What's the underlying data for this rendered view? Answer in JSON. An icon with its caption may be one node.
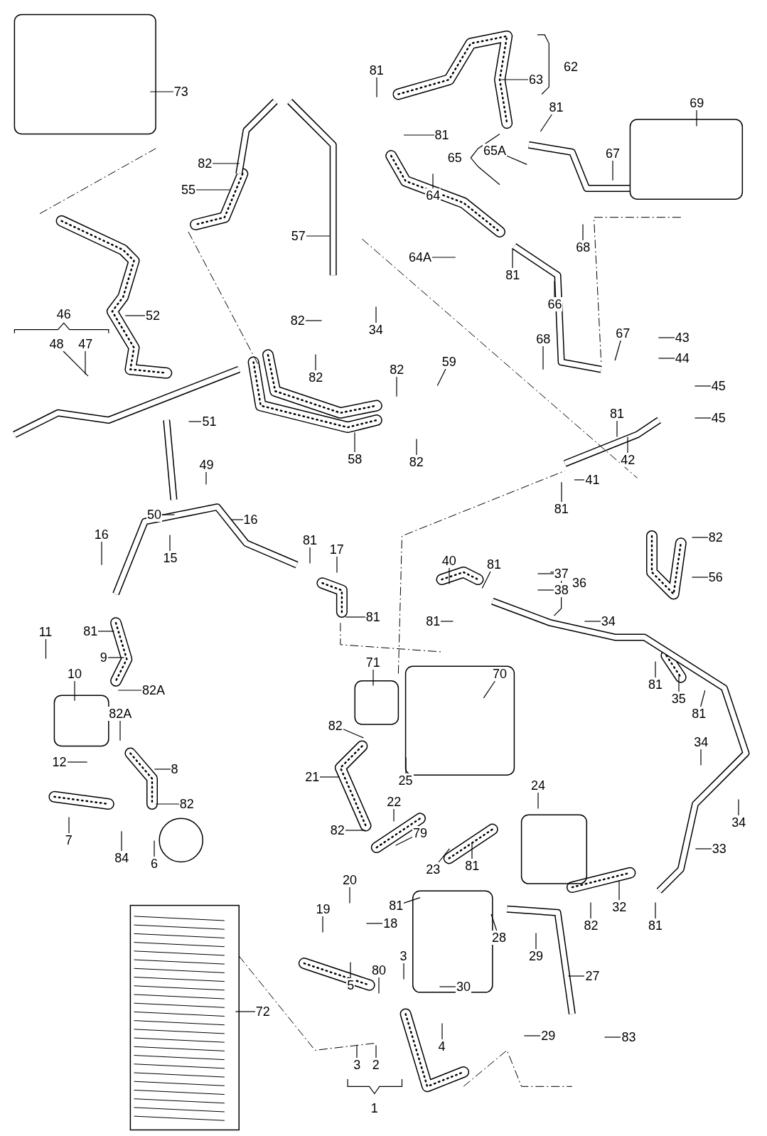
{
  "diagram": {
    "nodes": [
      {
        "text": [
          "73"
        ]
      },
      {
        "text": [
          "81"
        ]
      },
      {
        "text": [
          "63"
        ]
      },
      {
        "text": [
          "81"
        ]
      },
      {
        "text": [
          "69"
        ]
      },
      {
        "text": [
          "81"
        ]
      },
      {
        "text": [
          "65A"
        ]
      },
      {
        "text": [
          "67"
        ]
      },
      {
        "text": [
          "82"
        ]
      },
      {
        "text": [
          "55"
        ]
      },
      {
        "text": [
          "64"
        ]
      },
      {
        "text": [
          "68"
        ]
      },
      {
        "text": [
          "57"
        ]
      },
      {
        "text": [
          "64A"
        ]
      },
      {
        "text": [
          "81"
        ]
      },
      {
        "text": [
          "66"
        ]
      },
      {
        "text": [
          "82"
        ]
      },
      {
        "text": [
          "34"
        ]
      },
      {
        "text": [
          "52"
        ]
      },
      {
        "text": [
          "48"
        ]
      },
      {
        "text": [
          "47"
        ]
      },
      {
        "text": [
          "67"
        ]
      },
      {
        "text": [
          "43"
        ]
      },
      {
        "text": [
          "44"
        ]
      },
      {
        "text": [
          "68"
        ]
      },
      {
        "text": [
          "82"
        ]
      },
      {
        "text": [
          "59"
        ]
      },
      {
        "text": [
          "82"
        ]
      },
      {
        "text": [
          "45"
        ]
      },
      {
        "text": [
          "81"
        ]
      },
      {
        "text": [
          "45"
        ]
      },
      {
        "text": [
          "51"
        ]
      },
      {
        "text": [
          "42"
        ]
      },
      {
        "text": [
          "58"
        ]
      },
      {
        "text": [
          "82"
        ]
      },
      {
        "text": [
          "49"
        ]
      },
      {
        "text": [
          "41"
        ]
      },
      {
        "text": [
          "81"
        ]
      },
      {
        "text": [
          "16"
        ]
      },
      {
        "text": [
          "50"
        ]
      },
      {
        "text": [
          "82"
        ]
      },
      {
        "text": [
          "16"
        ]
      },
      {
        "text": [
          "15"
        ]
      },
      {
        "text": [
          "81"
        ]
      },
      {
        "text": [
          "17"
        ]
      },
      {
        "text": [
          "56"
        ]
      },
      {
        "text": [
          "40"
        ]
      },
      {
        "text": [
          "81"
        ]
      },
      {
        "text": [
          "37"
        ]
      },
      {
        "text": [
          "38"
        ]
      },
      {
        "text": [
          "34"
        ]
      },
      {
        "text": [
          "81"
        ]
      },
      {
        "text": [
          "81"
        ]
      },
      {
        "text": [
          "81"
        ]
      },
      {
        "text": [
          "11"
        ]
      },
      {
        "text": [
          "9"
        ]
      },
      {
        "text": [
          "71"
        ]
      },
      {
        "text": [
          "70"
        ]
      },
      {
        "text": [
          "10"
        ]
      },
      {
        "text": [
          "81"
        ]
      },
      {
        "text": [
          "35"
        ]
      },
      {
        "text": [
          "82A"
        ]
      },
      {
        "text": [
          "81"
        ]
      },
      {
        "text": [
          "82A"
        ]
      },
      {
        "text": [
          "82"
        ]
      },
      {
        "text": [
          "34"
        ]
      },
      {
        "text": [
          "12"
        ]
      },
      {
        "text": [
          "25"
        ]
      },
      {
        "text": [
          "21"
        ]
      },
      {
        "text": [
          "8"
        ]
      },
      {
        "text": [
          "24"
        ]
      },
      {
        "text": [
          "82"
        ]
      },
      {
        "text": [
          "22"
        ]
      },
      {
        "text": [
          "34"
        ]
      },
      {
        "text": [
          "7"
        ]
      },
      {
        "text": [
          "82"
        ]
      },
      {
        "text": [
          "79"
        ]
      },
      {
        "text": [
          "81"
        ]
      },
      {
        "text": [
          "33"
        ]
      },
      {
        "text": [
          "84"
        ]
      },
      {
        "text": [
          "6"
        ]
      },
      {
        "text": [
          "23"
        ]
      },
      {
        "text": [
          "20"
        ]
      },
      {
        "text": [
          "81"
        ]
      },
      {
        "text": [
          "32"
        ]
      },
      {
        "text": [
          "81"
        ]
      },
      {
        "text": [
          "19"
        ]
      },
      {
        "text": [
          "18"
        ]
      },
      {
        "text": [
          "82"
        ]
      },
      {
        "text": [
          "28"
        ]
      },
      {
        "text": [
          "29"
        ]
      },
      {
        "text": [
          "3"
        ]
      },
      {
        "text": [
          "80"
        ]
      },
      {
        "text": [
          "5"
        ]
      },
      {
        "text": [
          "27"
        ]
      },
      {
        "text": [
          "30"
        ]
      },
      {
        "text": [
          "72"
        ]
      },
      {
        "text": [
          "4"
        ]
      },
      {
        "text": [
          "29"
        ]
      },
      {
        "text": [
          "83"
        ]
      },
      {
        "text": [
          "3"
        ]
      },
      {
        "text": [
          "2"
        ]
      },
      {
        "text": [
          "62"
        ]
      },
      {
        "text": [
          "65"
        ]
      },
      {
        "text": [
          "46"
        ]
      },
      {
        "text": [
          "36"
        ]
      },
      {
        "text": [
          "1"
        ]
      }
    ],
    "edges": [
      {
        "from": 0,
        "to": null,
        "arrow": "none"
      },
      {
        "from": 1,
        "to": null,
        "arrow": "none"
      },
      {
        "from": 2,
        "to": null,
        "arrow": "none"
      },
      {
        "from": 3,
        "to": null,
        "arrow": "none"
      },
      {
        "from": 4,
        "to": null,
        "arrow": "none"
      },
      {
        "from": 5,
        "to": null,
        "arrow": "none"
      },
      {
        "from": 6,
        "to": null,
        "arrow": "none"
      },
      {
        "from": 7,
        "to": null,
        "arrow": "none"
      },
      {
        "from": 8,
        "to": null,
        "arrow": "none"
      },
      {
        "from": 9,
        "to": null,
        "arrow": "none"
      },
      {
        "from": 10,
        "to": null,
        "arrow": "none"
      },
      {
        "from": 11,
        "to": null,
        "arrow": "none"
      },
      {
        "from": 12,
        "to": null,
        "arrow": "none"
      },
      {
        "from": 13,
        "to": null,
        "arrow": "none"
      },
      {
        "from": 14,
        "to": null,
        "arrow": "none"
      },
      {
        "from": 15,
        "to": null,
        "arrow": "none"
      },
      {
        "from": 16,
        "to": null,
        "arrow": "none"
      },
      {
        "from": 17,
        "to": null,
        "arrow": "none"
      },
      {
        "from": 18,
        "to": null,
        "arrow": "none"
      },
      {
        "from": 19,
        "to": null,
        "arrow": "none"
      },
      {
        "from": 20,
        "to": null,
        "arrow": "none"
      },
      {
        "from": 21,
        "to": null,
        "arrow": "none"
      },
      {
        "from": 22,
        "to": null,
        "arrow": "none"
      },
      {
        "from": 23,
        "to": null,
        "arrow": "none"
      },
      {
        "from": 24,
        "to": null,
        "arrow": "none"
      },
      {
        "from": 25,
        "to": null,
        "arrow": "none"
      },
      {
        "from": 26,
        "to": null,
        "arrow": "none"
      },
      {
        "from": 27,
        "to": null,
        "arrow": "none"
      },
      {
        "from": 28,
        "to": null,
        "arrow": "none"
      },
      {
        "from": 29,
        "to": null,
        "arrow": "none"
      },
      {
        "from": 30,
        "to": null,
        "arrow": "none"
      },
      {
        "from": 31,
        "to": null,
        "arrow": "none"
      },
      {
        "from": 32,
        "to": null,
        "arrow": "none"
      },
      {
        "from": 33,
        "to": null,
        "arrow": "none"
      },
      {
        "from": 34,
        "to": null,
        "arrow": "none"
      },
      {
        "from": 35,
        "to": null,
        "arrow": "none"
      },
      {
        "from": 36,
        "to": null,
        "arrow": "none"
      },
      {
        "from": 37,
        "to": null,
        "arrow": "none"
      },
      {
        "from": 38,
        "to": null,
        "arrow": "none"
      },
      {
        "from": 39,
        "to": null,
        "arrow": "none"
      },
      {
        "from": 40,
        "to": null,
        "arrow": "none"
      },
      {
        "from": 41,
        "to": null,
        "arrow": "none"
      },
      {
        "from": 42,
        "to": null,
        "arrow": "none"
      },
      {
        "from": 43,
        "to": null,
        "arrow": "none"
      },
      {
        "from": 44,
        "to": null,
        "arrow": "none"
      },
      {
        "from": 45,
        "to": null,
        "arrow": "none"
      },
      {
        "from": 46,
        "to": null,
        "arrow": "none"
      },
      {
        "from": 47,
        "to": null,
        "arrow": "none"
      },
      {
        "from": 48,
        "to": null,
        "arrow": "none"
      },
      {
        "from": 49,
        "to": null,
        "arrow": "none"
      },
      {
        "from": 50,
        "to": null,
        "arrow": "none"
      },
      {
        "from": 51,
        "to": null,
        "arrow": "none"
      },
      {
        "from": 52,
        "to": null,
        "arrow": "none"
      },
      {
        "from": 53,
        "to": null,
        "arrow": "none"
      },
      {
        "from": 54,
        "to": null,
        "arrow": "none"
      },
      {
        "from": 55,
        "to": null,
        "arrow": "none"
      },
      {
        "from": 56,
        "to": null,
        "arrow": "none"
      },
      {
        "from": 57,
        "to": null,
        "arrow": "none"
      },
      {
        "from": 58,
        "to": null,
        "arrow": "none"
      },
      {
        "from": 59,
        "to": null,
        "arrow": "none"
      },
      {
        "from": 60,
        "to": null,
        "arrow": "none"
      },
      {
        "from": 61,
        "to": null,
        "arrow": "none"
      },
      {
        "from": 62,
        "to": null,
        "arrow": "none"
      },
      {
        "from": 63,
        "to": null,
        "arrow": "none"
      },
      {
        "from": 64,
        "to": null,
        "arrow": "none"
      },
      {
        "from": 65,
        "to": null,
        "arrow": "none"
      },
      {
        "from": 66,
        "to": null,
        "arrow": "none"
      },
      {
        "from": 67,
        "to": null,
        "arrow": "none"
      },
      {
        "from": 68,
        "to": null,
        "arrow": "none"
      },
      {
        "from": 69,
        "to": null,
        "arrow": "none"
      },
      {
        "from": 70,
        "to": null,
        "arrow": "none"
      },
      {
        "from": 71,
        "to": null,
        "arrow": "none"
      },
      {
        "from": 72,
        "to": null,
        "arrow": "none"
      },
      {
        "from": 73,
        "to": null,
        "arrow": "none"
      },
      {
        "from": 74,
        "to": null,
        "arrow": "none"
      },
      {
        "from": 75,
        "to": null,
        "arrow": "none"
      },
      {
        "from": 76,
        "to": null,
        "arrow": "none"
      },
      {
        "from": 77,
        "to": null,
        "arrow": "none"
      },
      {
        "from": 78,
        "to": null,
        "arrow": "none"
      },
      {
        "from": 79,
        "to": null,
        "arrow": "none"
      },
      {
        "from": 80,
        "to": null,
        "arrow": "none"
      },
      {
        "from": 81,
        "to": null,
        "arrow": "none"
      },
      {
        "from": 82,
        "to": null,
        "arrow": "none"
      },
      {
        "from": 83,
        "to": null,
        "arrow": "none"
      },
      {
        "from": 84,
        "to": null,
        "arrow": "none"
      },
      {
        "from": 85,
        "to": null,
        "arrow": "none"
      },
      {
        "from": 86,
        "to": null,
        "arrow": "none"
      },
      {
        "from": 87,
        "to": null,
        "arrow": "none"
      },
      {
        "from": 88,
        "to": null,
        "arrow": "none"
      },
      {
        "from": 89,
        "to": null,
        "arrow": "none"
      },
      {
        "from": 90,
        "to": null,
        "arrow": "none"
      },
      {
        "from": 91,
        "to": null,
        "arrow": "none"
      },
      {
        "from": 92,
        "to": null,
        "arrow": "none"
      },
      {
        "from": 93,
        "to": null,
        "arrow": "none"
      },
      {
        "from": 94,
        "to": null,
        "arrow": "none"
      },
      {
        "from": 95,
        "to": null,
        "arrow": "none"
      },
      {
        "from": 96,
        "to": null,
        "arrow": "none"
      },
      {
        "from": 97,
        "to": null,
        "arrow": "none"
      },
      {
        "from": 98,
        "to": null,
        "arrow": "none"
      },
      {
        "from": 99,
        "to": null,
        "arrow": "none"
      },
      {
        "from": 100,
        "to": null,
        "arrow": "none"
      },
      {
        "from": 101,
        "to": null,
        "arrow": "none"
      }
    ]
  }
}
